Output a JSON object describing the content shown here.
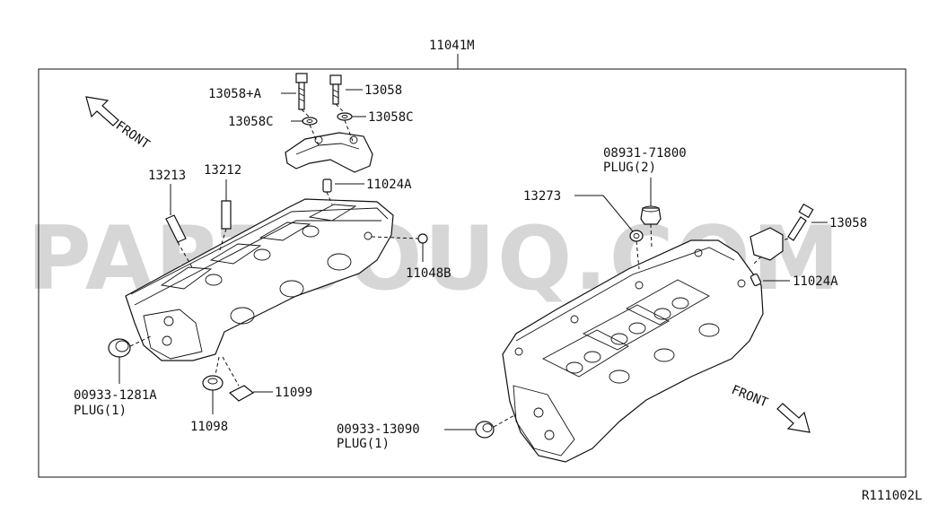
{
  "title_part": "11041M",
  "figure_code": "R111002L",
  "watermark": "PARTSOUQ.COM",
  "front_left": "FRONT",
  "front_right": "FRONT",
  "labels": {
    "p13058A": "13058+A",
    "p13058_top": "13058",
    "p13058C_left": "13058C",
    "p13058C_right": "13058C",
    "p11024A_top": "11024A",
    "p13213": "13213",
    "p13212": "13212",
    "p11048B": "11048B",
    "p00933_1281A": "00933-1281A",
    "plug1_left": "PLUG(1)",
    "p11098": "11098",
    "p11099": "11099",
    "p08931": "08931-71800",
    "plug2": "PLUG(2)",
    "p13273": "13273",
    "p13058_right": "13058",
    "p11024A_right": "11024A",
    "p00933_13090": "00933-13090",
    "plug1_right": "PLUG(1)"
  }
}
